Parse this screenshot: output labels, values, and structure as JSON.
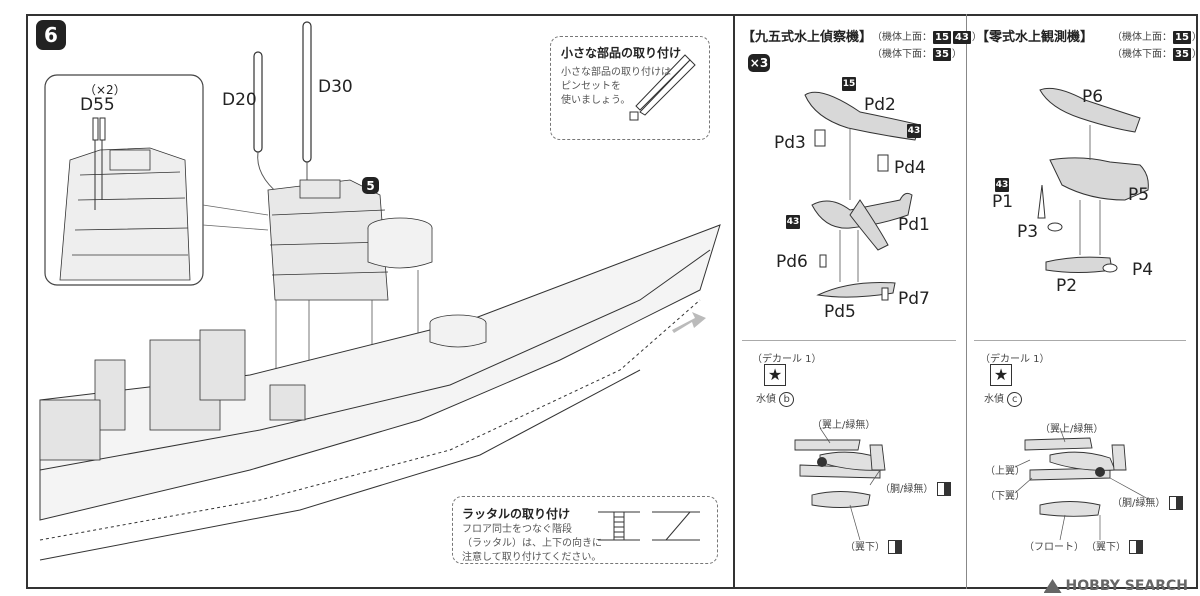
{
  "step": {
    "number": "6",
    "sub_step": "5"
  },
  "left_panel": {
    "inset_quantity": "（×2）",
    "inset_part": "D55",
    "part_d20": "D20",
    "part_d30": "D30"
  },
  "tip_small_parts": {
    "title": "小さな部品の取り付け",
    "lines": [
      "小さな部品の取り付けは",
      "ピンセットを",
      "使いましょう。"
    ]
  },
  "tip_ladder": {
    "title": "ラッタルの取り付け",
    "lines": [
      "フロア同士をつなぐ階段",
      "（ラッタル）は、上下の向きに",
      "注意して取り付けてください。"
    ]
  },
  "type95": {
    "title": "【九五式水上偵察機】",
    "upper_label": "（機体上面：",
    "upper_codes": [
      "15",
      "43"
    ],
    "lower_label": "（機体下面：",
    "lower_codes": [
      "35"
    ],
    "close": "）",
    "multiplier": "×3",
    "parts": {
      "pd1": "Pd1",
      "pd2": "Pd2",
      "pd3": "Pd3",
      "pd4": "Pd4",
      "pd5": "Pd5",
      "pd6": "Pd6",
      "pd7": "Pd7",
      "code15": "15",
      "code43a": "43",
      "code43b": "43"
    },
    "decal_label": "（デカール 1）",
    "decal_name": "水偵",
    "decal_letter": "b",
    "callout_top": "（翼上/緑無）",
    "callout_body": "（胴/緑無）",
    "callout_bottom": "（翼下）"
  },
  "type0": {
    "title": "【零式水上観測機】",
    "upper_label": "（機体上面：",
    "upper_codes": [
      "15"
    ],
    "lower_label": "（機体下面：",
    "lower_codes": [
      "35"
    ],
    "close": "）",
    "parts": {
      "p1": "P1",
      "p2": "P2",
      "p3": "P3",
      "p4": "P4",
      "p5": "P5",
      "p6": "P6",
      "code43": "43"
    },
    "decal_label": "（デカール 1）",
    "decal_name": "水偵",
    "decal_letter": "c",
    "callout_top": "（翼上/緑無）",
    "callout_upper_wing": "（上翼）",
    "callout_lower_wing": "（下翼）",
    "callout_body": "（胴/緑無）",
    "callout_float": "（フロート）",
    "callout_bottom": "（翼下）"
  },
  "watermark": "HOBBY SEARCH"
}
